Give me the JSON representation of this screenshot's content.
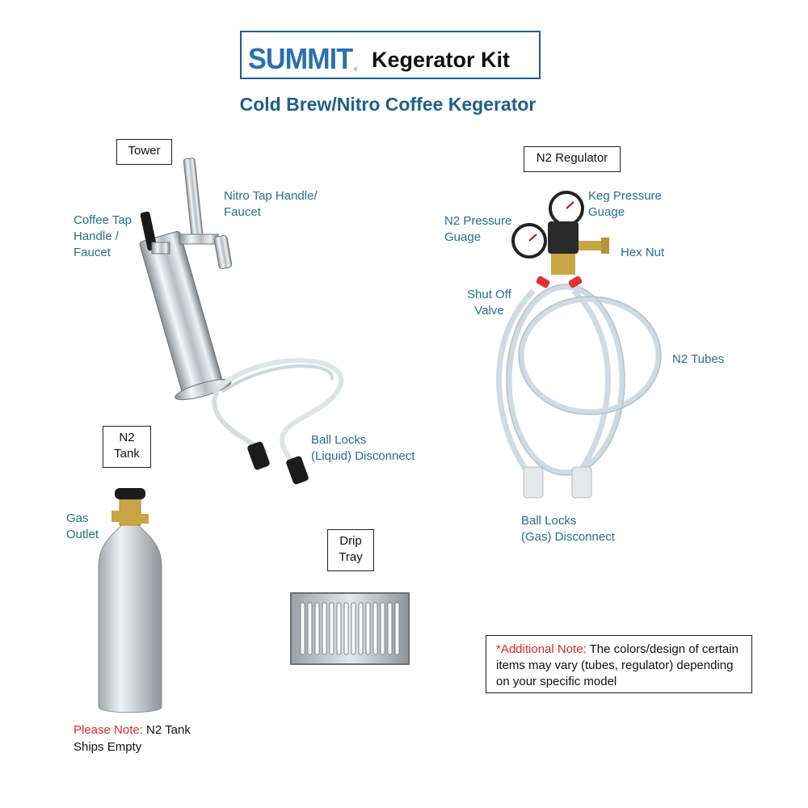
{
  "header": {
    "brand": "SUMMIT",
    "brand_mark": "®",
    "title": "Kegerator Kit"
  },
  "subtitle": "Cold Brew/Nitro Coffee Kegerator",
  "labels": {
    "tower": "Tower",
    "regulator": "N2 Regulator",
    "tank": "N2\nTank",
    "drip_tray": "Drip\nTray"
  },
  "callouts": {
    "nitro_tap": "Nitro Tap Handle/\nFaucet",
    "coffee_tap": "Coffee Tap\nHandle /\nFaucet",
    "keg_pressure": "Keg Pressure\nGuage",
    "n2_pressure": "N2 Pressure\nGuage",
    "hex_nut": "Hex Nut",
    "shut_off": "Shut Off\nValve",
    "n2_tubes": "N2 Tubes",
    "ball_locks_liquid": "Ball Locks\n(Liquid) Disconnect",
    "ball_locks_gas": "Ball Locks\n(Gas) Disconnect",
    "gas_outlet": "Gas\nOutlet"
  },
  "tank_note": {
    "prefix": "Please Note:",
    "text": " N2 Tank",
    "line2": "Ships Empty"
  },
  "additional_note": {
    "prefix": "*Additional Note:",
    "text": " The colors/design  of certain items may vary (tubes, regulator) depending on your specific model"
  },
  "colors": {
    "brand_blue": "#2c6fb1",
    "title_blue": "#1f5f8a",
    "callout_blue": "#2a6d8f",
    "note_red": "#d42b2b"
  }
}
